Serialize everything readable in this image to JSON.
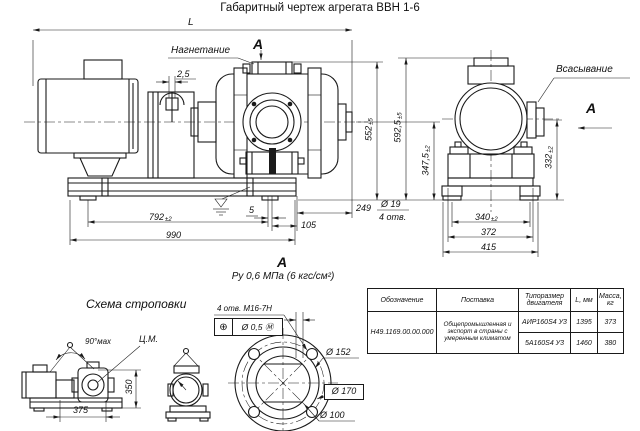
{
  "title": "Габаритный чертеж агрегата ВВН 1-6",
  "main_view": {
    "dim_overall_length": "L",
    "discharge_label": "Нагнетание",
    "section_arrow": "А",
    "dim_coupling_gap": "2,5",
    "dim_discharge_height": {
      "v": "552",
      "t": "±5"
    },
    "dim_overall_height": {
      "v": "592,5",
      "t": "±5"
    },
    "dim_axis_height": {
      "v": "347,5",
      "t": "±2"
    },
    "dim_bolt_span": {
      "v": "792",
      "t": "±2"
    },
    "dim_frame_length": "990",
    "dim_gap_small": "5",
    "dim_offset_105": "105",
    "dim_offset_249": "249",
    "holes_dia": "Ø 19",
    "holes_qty": "4 отв."
  },
  "end_view": {
    "suction_label": "Всасывание",
    "view_arrow": "А",
    "dim_suction_height": {
      "v": "332",
      "t": "±2"
    },
    "dim_bolt_span": {
      "v": "340",
      "t": "±2"
    },
    "dim_frame_width": "372",
    "dim_overall_width": "415"
  },
  "detail_a": {
    "view_label": "А",
    "pressure_note": "Ру 0,6 МПа (6 кгс/см²)",
    "holes_note": "4 отв. М16-7Н",
    "tolerance_frame": {
      "symbol": "⊕",
      "value": "Ø 0,5",
      "modifier": "Ⓜ"
    },
    "dia_bolt_circle": "Ø 152",
    "dia_outer": "Ø 170",
    "dia_bore": "Ø 100"
  },
  "sling_scheme": {
    "title": "Схема строповки",
    "angle_note": "90°мах",
    "cm_label": "Ц.М.",
    "dim_width": "375",
    "dim_height": "350"
  },
  "spec_table": {
    "headers": [
      "Обозначение",
      "Поставка",
      "Типоразмер двигателя",
      "L, мм",
      "Масса, кг"
    ],
    "designation": "Н49.1169.00.00.000",
    "delivery": "Общепромышленная и экспорт в страны с умеренным климатом",
    "rows": [
      {
        "motor": "АИР160S4 У3",
        "length": "1395",
        "mass": "373"
      },
      {
        "motor": "5А160S4 У3",
        "length": "1460",
        "mass": "380"
      }
    ]
  }
}
